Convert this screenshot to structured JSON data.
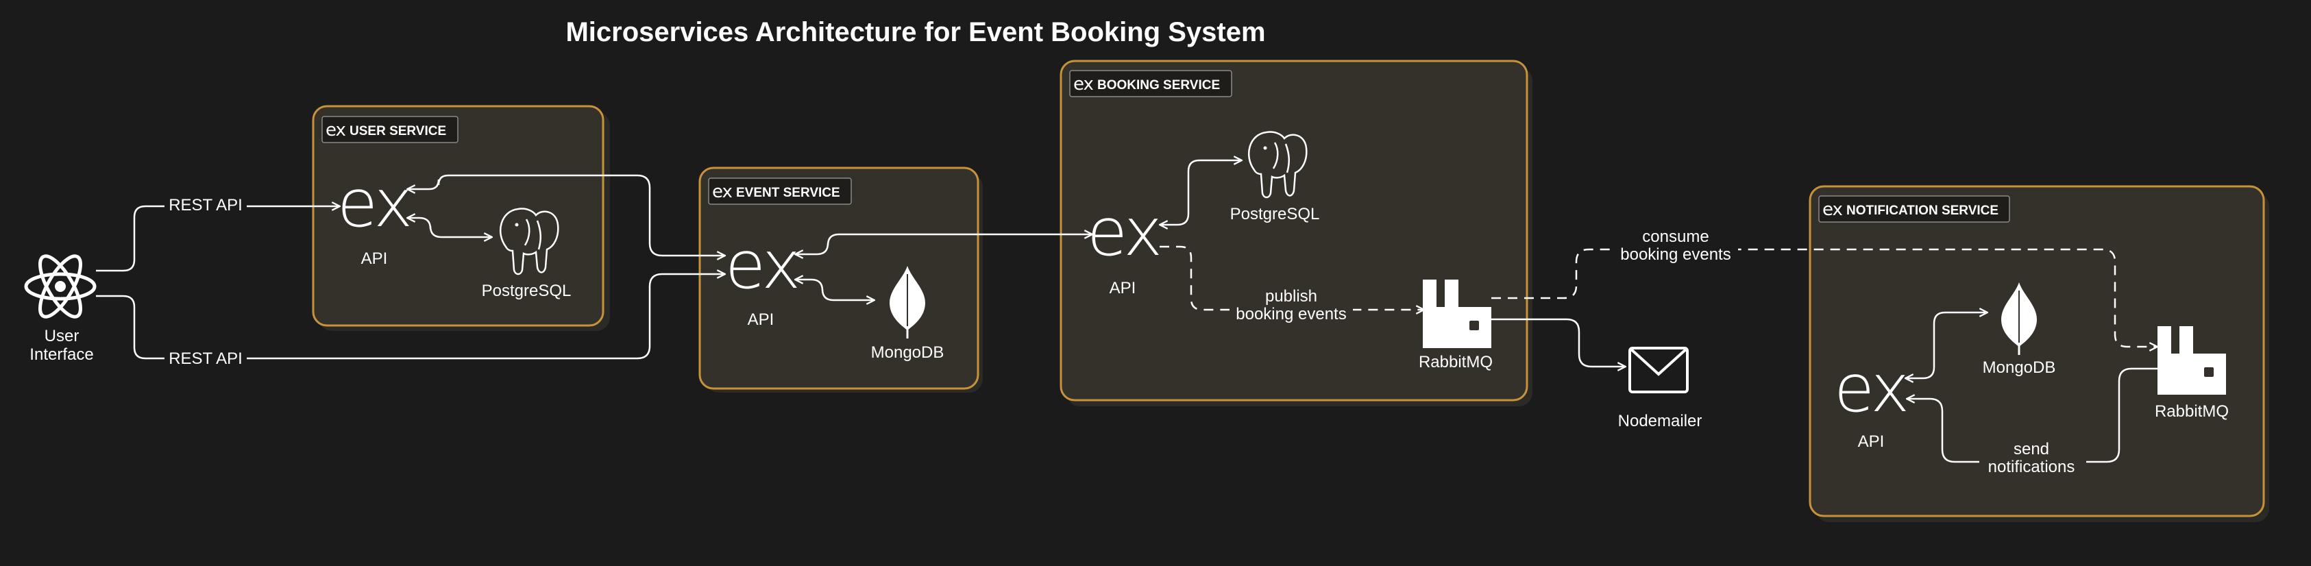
{
  "title": "Microservices Architecture for Event Booking System",
  "client": {
    "label_line1": "User",
    "label_line2": "Interface"
  },
  "services": {
    "user": {
      "name": "USER SERVICE",
      "api_label": "API",
      "db_label": "PostgreSQL"
    },
    "event": {
      "name": "EVENT SERVICE",
      "api_label": "API",
      "db_label": "MongoDB"
    },
    "booking": {
      "name": "BOOKING SERVICE",
      "api_label": "API",
      "db_label": "PostgreSQL",
      "queue_label": "RabbitMQ"
    },
    "notification": {
      "name": "NOTIFICATION SERVICE",
      "api_label": "API",
      "db_label": "MongoDB",
      "queue_label": "RabbitMQ"
    }
  },
  "external": {
    "mailer_label": "Nodemailer"
  },
  "edges": {
    "rest_api_top": "REST API",
    "rest_api_bottom": "REST API",
    "publish_line1": "publish",
    "publish_line2": "booking events",
    "consume_line1": "consume",
    "consume_line2": "booking events",
    "send_line1": "send",
    "send_line2": "notifications"
  },
  "icons": {
    "express": "ex",
    "client": "react-atom-icon",
    "postgres": "elephant-icon",
    "mongo": "leaf-icon",
    "rabbitmq": "rabbit-queue-icon",
    "mail": "envelope-icon"
  },
  "colors": {
    "background": "#1b1b1b",
    "box_fill": "#34302a",
    "box_border": "#c8923a",
    "line": "#ffffff"
  }
}
